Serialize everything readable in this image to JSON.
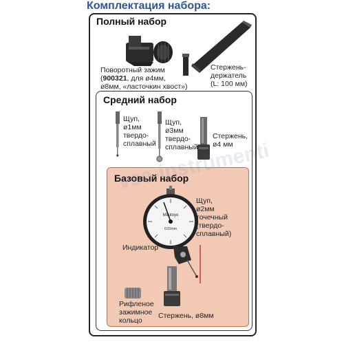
{
  "heading": "Комплектация набора:",
  "full_set": {
    "title": "Полный набор",
    "clamp_label_line1": "Поворотный зажим",
    "clamp_code": "900321",
    "clamp_label_line2_rest": ", для ø4мм,",
    "clamp_label_line3": "ø8мм, «ласточкин хвост»)",
    "clamp_paren_open": "(",
    "holder_label": "Стержень-\nдержатель\n(L: 100 мм)"
  },
  "medium_set": {
    "title": "Средний набор",
    "probe1_label": "Щуп,\nø1мм\nтвердо-\nсплавный",
    "probe2_label": "Щуп,\nø3мм\nтвердо-\nсплавный",
    "stem4_label": "Стержень,\nø4 мм"
  },
  "basic_set": {
    "title": "Базовый набор",
    "probe_label": "Щуп,\nø2мм\nточечный\n(твердо-\nсплавный)",
    "indicator_label": "Индикатор",
    "ring_label": "Рифленое\nзажимное\nкольцо",
    "stem8_label": "Стержень, ø8мм"
  },
  "dial": {
    "brand": "Mitutoyo",
    "reading": "0.01mm"
  },
  "watermark": "vse-instrumenti",
  "colors": {
    "heading": "#2f5597",
    "basic_bg": "#f2c9b5",
    "basic_border": "#c86e48",
    "pointer": "#d0201a"
  }
}
